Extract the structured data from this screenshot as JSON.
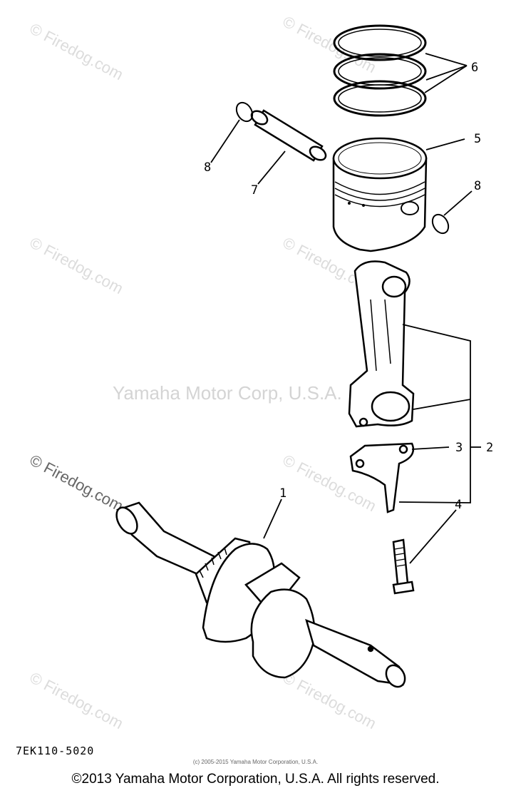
{
  "watermark": {
    "site": "© Firedog.com",
    "center": "Yamaha Motor Corp, U.S.A."
  },
  "callouts": [
    "1",
    "2",
    "3",
    "4",
    "5",
    "6",
    "7",
    "8",
    "8"
  ],
  "parts": [
    {
      "ref": "1",
      "name": "crankshaft"
    },
    {
      "ref": "2",
      "name": "connecting-rod-assembly"
    },
    {
      "ref": "3",
      "name": "rod-cap"
    },
    {
      "ref": "4",
      "name": "bolt"
    },
    {
      "ref": "5",
      "name": "piston"
    },
    {
      "ref": "6",
      "name": "piston-rings"
    },
    {
      "ref": "7",
      "name": "piston-pin"
    },
    {
      "ref": "8",
      "name": "circlip"
    }
  ],
  "diagram_code": "7EK110-5020",
  "small_copyright": "(c) 2005-2015 Yamaha Motor Corporation, U.S.A.",
  "copyright": "©2013 Yamaha Motor Corporation, U.S.A. All rights reserved."
}
